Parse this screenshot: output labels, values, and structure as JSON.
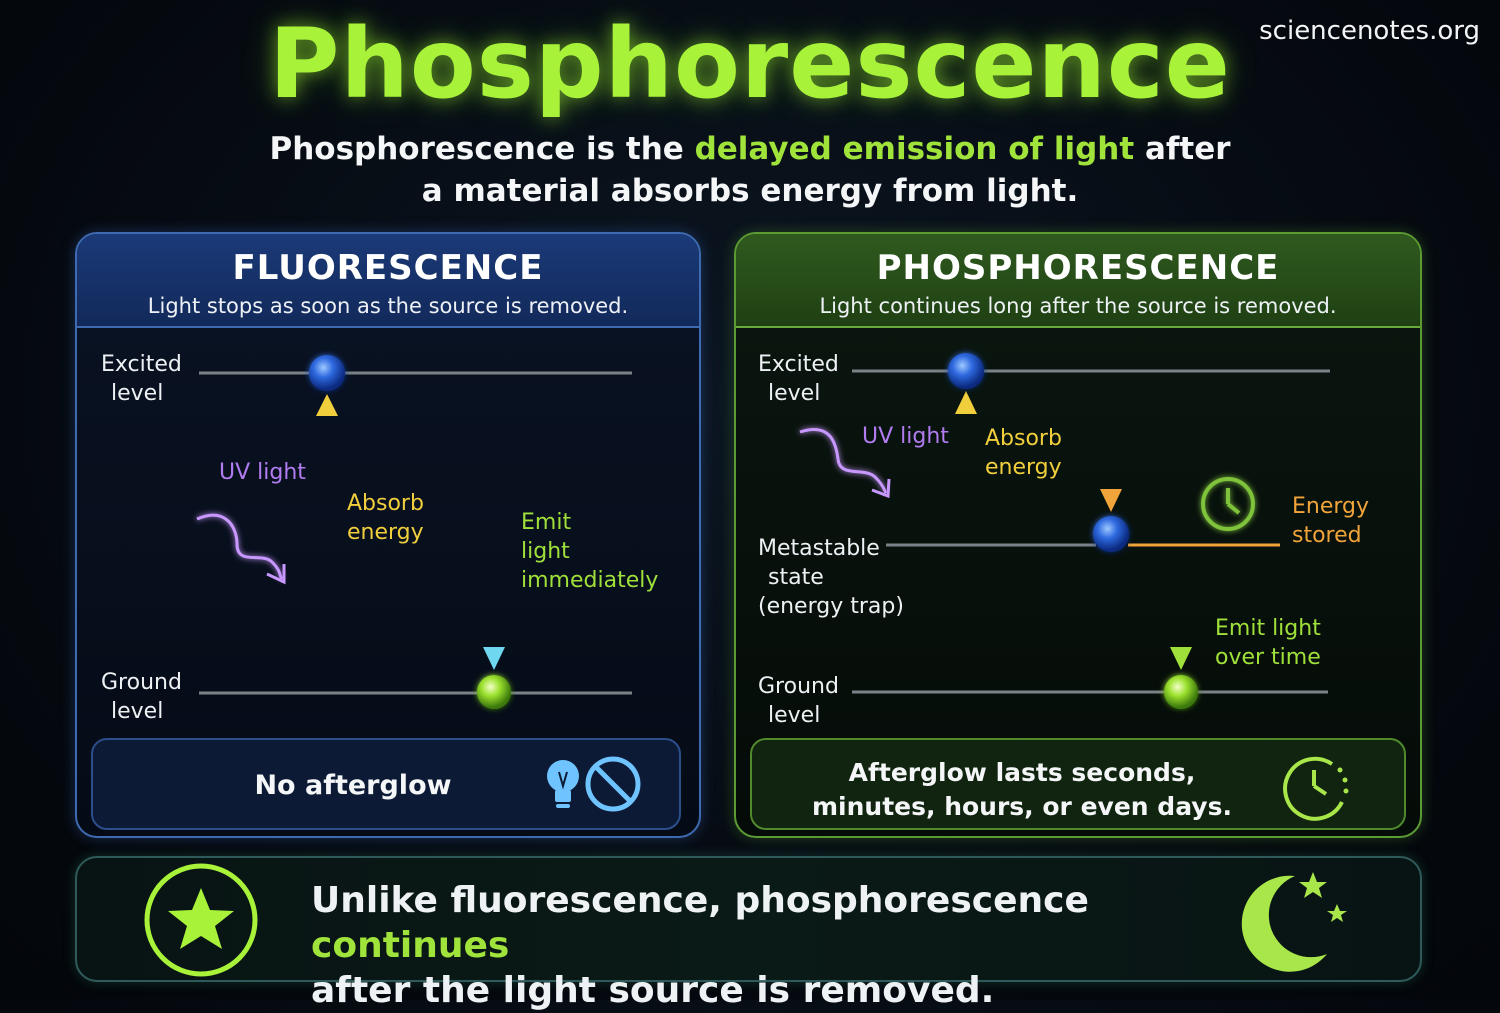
{
  "site": "sciencenotes.org",
  "title": "Phosphorescence",
  "intro": {
    "part1": "Phosphorescence is the ",
    "highlight": "delayed emission of light",
    "part2": " after",
    "line2": "a material absorbs energy from light."
  },
  "fluorescence": {
    "title": "FLUORESCENCE",
    "subtitle": "Light stops as soon as the source is removed.",
    "excited_label": [
      "Excited",
      "level"
    ],
    "ground_label": [
      "Ground",
      "level"
    ],
    "uv_label": "UV light",
    "absorb_label": [
      "Absorb",
      "energy"
    ],
    "emit_label": [
      "Emit",
      "light",
      "immediately"
    ],
    "footer": "No afterglow"
  },
  "phosphorescence": {
    "title": "PHOSPHORESCENCE",
    "subtitle": "Light continues long after the source is removed.",
    "excited_label": [
      "Excited",
      "level"
    ],
    "metastable_label": [
      "Metastable",
      "state",
      "(energy trap)"
    ],
    "ground_label": [
      "Ground",
      "level"
    ],
    "uv_label": "UV light",
    "absorb_label": [
      "Absorb",
      "energy"
    ],
    "stored_label": [
      "Energy",
      "stored"
    ],
    "emit_label": [
      "Emit light",
      "over time"
    ],
    "footer": [
      "Afterglow lasts seconds,",
      "minutes, hours, or even days."
    ]
  },
  "banner": {
    "part1": "Unlike fluorescence, phosphorescence ",
    "highlight": "continues",
    "line2": "after the light source is removed."
  },
  "colors": {
    "title_green": "#a8f23a",
    "highlight_green": "#9fe33b",
    "fluor_blue": "#3d6ab0",
    "phos_green": "#5c9a34",
    "uv_purple": "#b07cf0",
    "absorb_yellow": "#f1cf3c",
    "emit_cyan": "#6fd8f0",
    "store_orange": "#f1a43a"
  },
  "icons": [
    "lightbulb-icon",
    "no-sign-icon",
    "clock-icon",
    "star-icon",
    "moon-icon"
  ]
}
